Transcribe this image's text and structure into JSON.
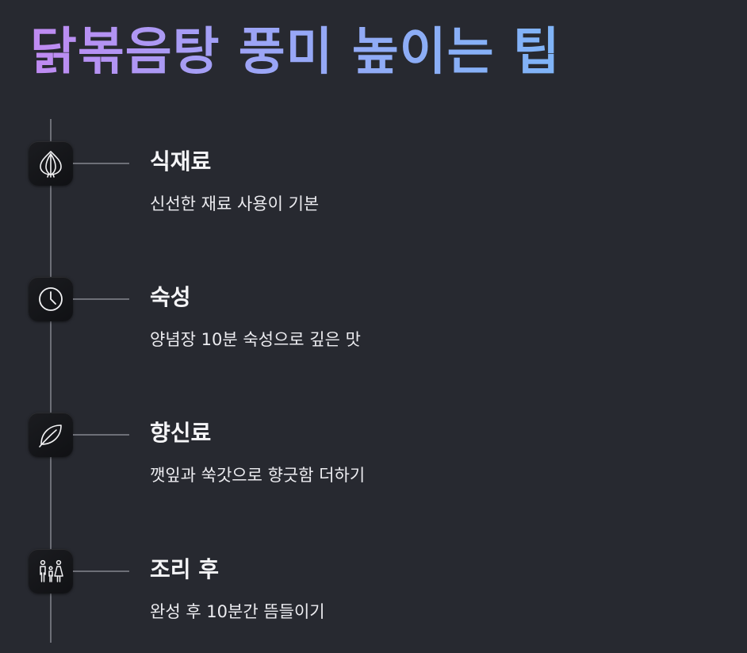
{
  "page": {
    "title": "닭볶음탕 풍미 높이는 팁",
    "title_gradient": [
      "#c08af2",
      "#7fb4f7"
    ],
    "background": "#272930"
  },
  "steps": [
    {
      "title": "식재료",
      "description": "신선한 재료 사용이 기본",
      "icon": "onion-icon"
    },
    {
      "title": "숙성",
      "description": "양념장 10분 숙성으로 깊은 맛",
      "icon": "clock-icon"
    },
    {
      "title": "향신료",
      "description": "깻잎과 쑥갓으로 향긋함 더하기",
      "icon": "leaf-icon"
    },
    {
      "title": "조리 후",
      "description": "완성 후 10분간 뜸들이기",
      "icon": "family-icon"
    }
  ]
}
